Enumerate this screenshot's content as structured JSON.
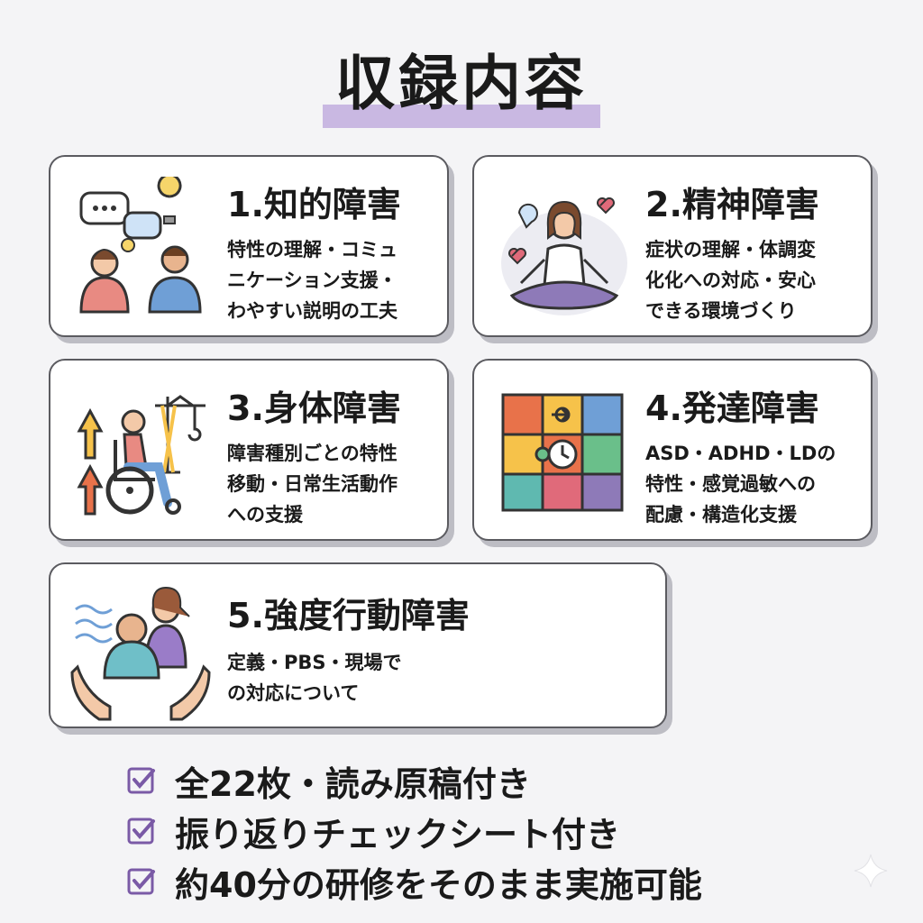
{
  "title": "収録内容",
  "cards": [
    {
      "title": "1.知的障害",
      "desc": [
        "特性の理解・コミュ",
        "ニケーション支援・",
        "わやすい説明の工夫"
      ]
    },
    {
      "title": "2.精神障害",
      "desc": [
        "症状の理解・体調変",
        "化化への対応・安心",
        "できる環境づくり"
      ]
    },
    {
      "title": "3.身体障害",
      "desc": [
        "障害種別ごとの特性",
        "移動・日常生活動作",
        "への支援"
      ]
    },
    {
      "title": "4.発達障害",
      "desc": [
        "ASD・ADHD・LDの",
        "特性・感覚過敏への",
        "配慮・構造化支援"
      ]
    },
    {
      "title": "5.強度行動障害",
      "desc": [
        "定義・PBS・現場で",
        "の対応について"
      ]
    }
  ],
  "features": [
    "全22枚・読み原稿付き",
    "振り返りチェックシート付き",
    "約40分の研修をそのまま実施可能"
  ],
  "colors": {
    "accent": "#c9b8e2",
    "check": "#7a5aa6"
  }
}
